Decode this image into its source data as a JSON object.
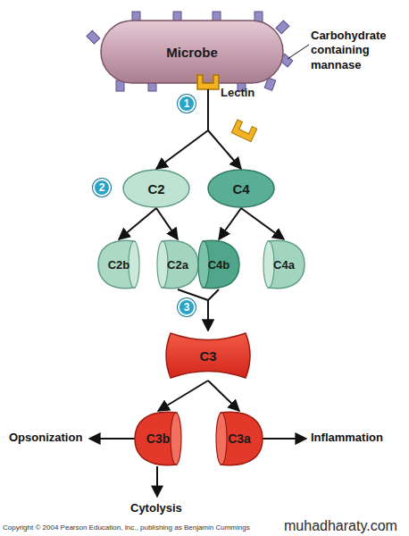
{
  "diagram": {
    "nodes": [
      {
        "text": [
          "Microbe"
        ]
      },
      {
        "text": [
          "Lectin"
        ]
      },
      {
        "text": [
          "C2"
        ]
      },
      {
        "text": [
          "C4"
        ]
      },
      {
        "text": [
          "C2b"
        ]
      },
      {
        "text": [
          "C2a"
        ]
      },
      {
        "text": [
          "C4b"
        ]
      },
      {
        "text": [
          "C4a"
        ]
      },
      {
        "text": [
          "C3"
        ]
      },
      {
        "text": [
          "C3b"
        ]
      },
      {
        "text": [
          "C3a"
        ]
      }
    ],
    "edges": [
      {
        "from": 1,
        "to": 2,
        "arrow": "to"
      },
      {
        "from": 1,
        "to": 3,
        "arrow": "to"
      },
      {
        "from": 2,
        "to": 4,
        "arrow": "to"
      },
      {
        "from": 2,
        "to": 5,
        "arrow": "to"
      },
      {
        "from": 3,
        "to": 6,
        "arrow": "to"
      },
      {
        "from": 3,
        "to": 7,
        "arrow": "to"
      },
      {
        "from": 5,
        "to": 8,
        "arrow": "to"
      },
      {
        "from": 6,
        "to": 8,
        "arrow": "to"
      },
      {
        "from": 8,
        "to": 9,
        "arrow": "to"
      },
      {
        "from": 8,
        "to": 10,
        "arrow": "to"
      }
    ],
    "labels": [
      "Carbohydrate containing mannase",
      "1",
      "2",
      "3",
      "Opsonization",
      "Inflammation",
      "Cytolysis",
      "Copyright © 2004 Pearson Education, Inc., publishing as Benjamin Cummings",
      "muhadharaty.com"
    ]
  }
}
